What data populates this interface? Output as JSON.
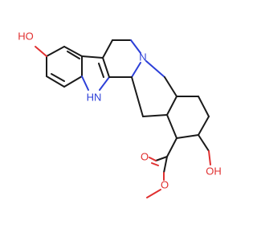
{
  "molecule": {
    "atom_labels": {
      "hydroxyl_top": "HO",
      "indole_nh": "HN",
      "ring_nitrogen": "N",
      "ester_carbonyl_o": "O",
      "ester_ether_o": "O",
      "hydroxyl_bottom": "OH"
    }
  },
  "colors": {
    "bond": "#1a1a1a",
    "oxygen": "#e03030",
    "nitrogen": "#2c3fd8"
  }
}
